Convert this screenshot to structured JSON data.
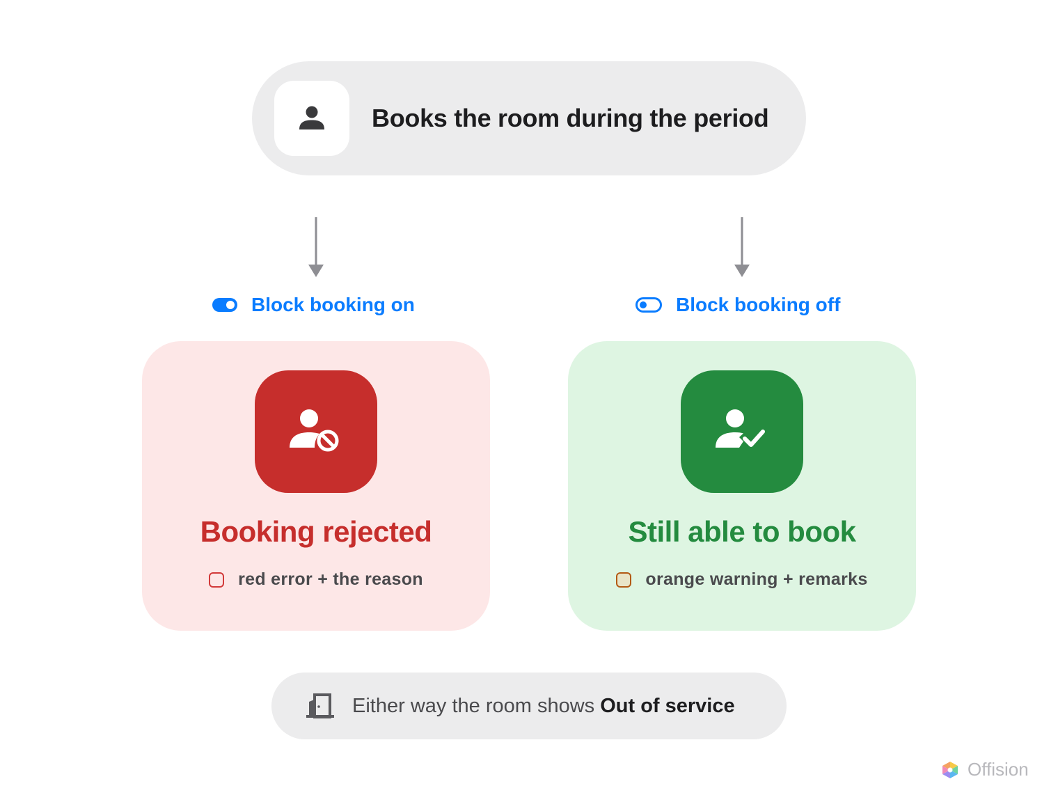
{
  "header": {
    "title": "Books the room during the period",
    "icon": "person-icon"
  },
  "branches": [
    {
      "toggle": {
        "label": "Block booking on",
        "state": "on",
        "icon": "toggle-on-icon"
      },
      "outcome": {
        "title": "Booking rejected",
        "note": "red error + the reason",
        "icon": "person-blocked-icon",
        "accent": "#c62e2c",
        "background": "#fde7e7"
      }
    },
    {
      "toggle": {
        "label": "Block booking off",
        "state": "off",
        "icon": "toggle-off-icon"
      },
      "outcome": {
        "title": "Still able to book",
        "note": "orange warning + remarks",
        "icon": "person-check-icon",
        "accent": "#248b3f",
        "background": "#def5e2"
      }
    }
  ],
  "footer": {
    "text_prefix": "Either way the room shows ",
    "text_strong": "Out of service",
    "icon": "door-icon"
  },
  "brand": {
    "name": "Offision",
    "icon": "offision-logo-icon"
  },
  "colors": {
    "toggle_blue": "#0a7cff",
    "arrow_gray": "#8e8e93",
    "pill_gray": "#ececed"
  }
}
